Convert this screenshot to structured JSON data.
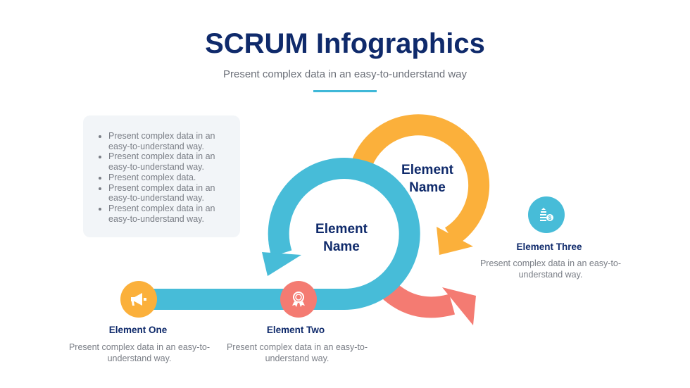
{
  "header": {
    "title": "SCRUM Infographics",
    "subtitle": "Present complex data in an easy-to-understand way"
  },
  "bullets": [
    "Present complex data in an easy-to-understand way.",
    "Present complex data in an easy-to-understand way.",
    "Present complex data.",
    "Present complex data in an easy-to-understand way.",
    "Present complex data in an easy-to-understand way."
  ],
  "cycles": {
    "blue_label_line1": "Element",
    "blue_label_line2": "Name",
    "orange_label_line1": "Element",
    "orange_label_line2": "Name"
  },
  "elements": [
    {
      "title": "Element One",
      "desc": "Present complex data in an easy-to-understand way.",
      "icon": "megaphone-icon",
      "color": "#FBB03B"
    },
    {
      "title": "Element Two",
      "desc": "Present complex data in an easy-to-understand way.",
      "icon": "award-globe-icon",
      "color": "#F47B72"
    },
    {
      "title": "Element Three",
      "desc": "Present complex data in an easy-to-understand way.",
      "icon": "coins-dollar-icon",
      "color": "#47BCD8"
    }
  ],
  "colors": {
    "blue": "#47BCD8",
    "orange": "#FBB03B",
    "red": "#F47B72",
    "navy": "#0F2A6B"
  }
}
